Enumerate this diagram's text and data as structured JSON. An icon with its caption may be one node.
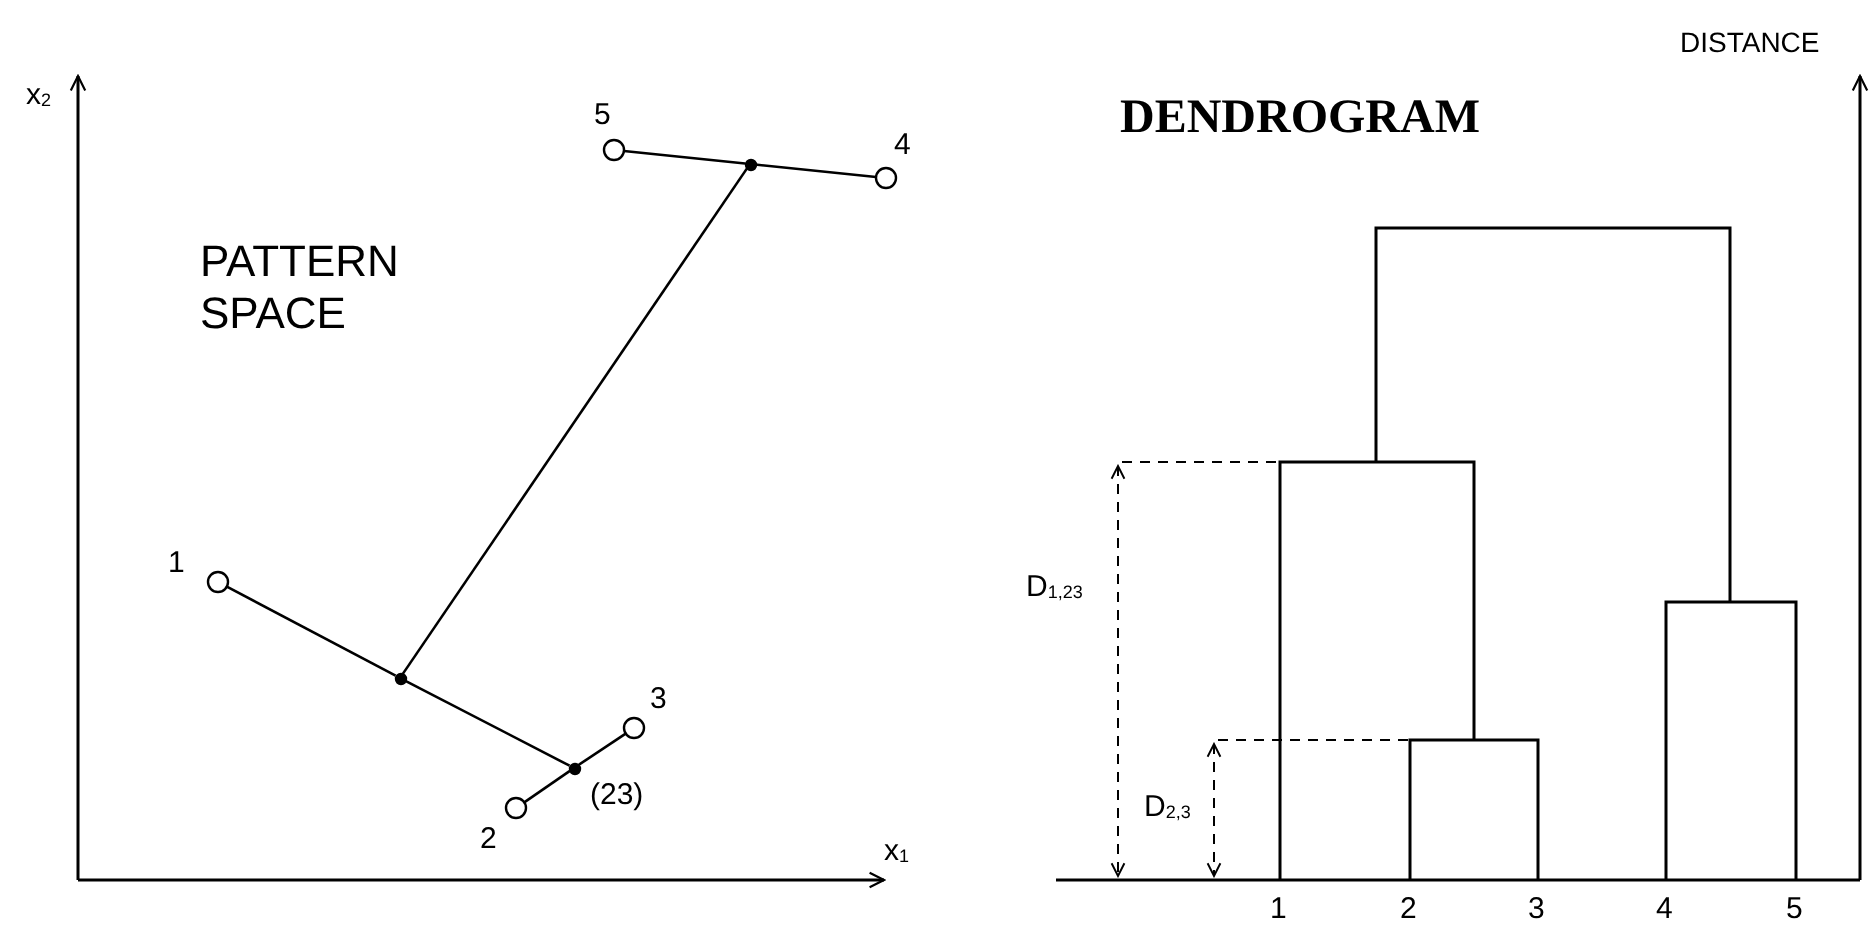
{
  "diagram": {
    "nodes": [
      {
        "text": [],
        "shape": "circle",
        "beside": [
          "1"
        ]
      },
      {
        "text": [],
        "shape": "circle",
        "beside": [
          "2"
        ]
      },
      {
        "text": [],
        "shape": "circle",
        "beside": [
          "3"
        ]
      },
      {
        "text": [],
        "shape": "circle",
        "beside": [
          "4"
        ]
      },
      {
        "text": [],
        "shape": "circle",
        "beside": [
          "5"
        ]
      },
      {
        "text": [],
        "shape": "circle",
        "beside": [
          "(23)"
        ]
      },
      {
        "text": [],
        "shape": "circle"
      },
      {
        "text": [],
        "shape": "circle"
      }
    ],
    "edges": [
      {
        "from": 1,
        "to": 5,
        "arrow": "none"
      },
      {
        "from": 5,
        "to": 2,
        "arrow": "none"
      },
      {
        "from": 0,
        "to": 6,
        "arrow": "none"
      },
      {
        "from": 6,
        "to": 5,
        "arrow": "none"
      },
      {
        "from": 4,
        "to": 7,
        "arrow": "none"
      },
      {
        "from": 7,
        "to": 3,
        "arrow": "none"
      },
      {
        "from": 6,
        "to": 7,
        "arrow": "none"
      }
    ],
    "labels": [
      "x$_{2}$",
      "DISTANCE",
      "DENDROGRAM",
      "PATTERN SPACE",
      "D$_{1,23}$",
      "D$_{2,3}$",
      "x$_{1}$",
      "1",
      "2",
      "3",
      "4",
      "5"
    ]
  }
}
